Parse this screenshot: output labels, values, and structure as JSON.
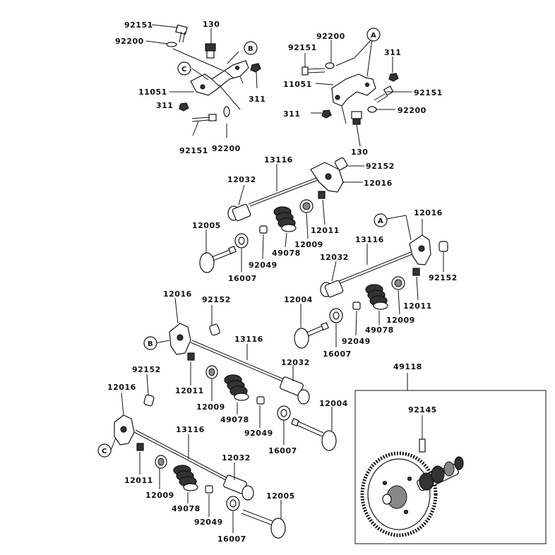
{
  "labels": {
    "tl_92151": "92151",
    "tl_92200": "92200",
    "tl_130": "130",
    "tl_11051": "11051",
    "tl_311a": "311",
    "tl_311b": "311",
    "tl_92151b": "92151",
    "tl_92200b": "92200",
    "tr_92200": "92200",
    "tr_92151": "92151",
    "tr_311a": "311",
    "tr_11051": "11051",
    "tr_92151b": "92151",
    "tr_311b": "311",
    "tr_92200b": "92200",
    "tr_130": "130",
    "a_13116": "13116",
    "a_12032": "12032",
    "a_92152": "92152",
    "a_12016": "12016",
    "a_12005": "12005",
    "a_12011": "12011",
    "a_12009": "12009",
    "a_49078": "49078",
    "a_92049": "92049",
    "a_16007": "16007",
    "b_12016": "12016",
    "b_13116": "13116",
    "b_12032": "12032",
    "b_92152": "92152",
    "b_12004": "12004",
    "b_12011": "12011",
    "b_12009": "12009",
    "b_49078": "49078",
    "b_92049": "92049",
    "b_16007": "16007",
    "c_12016": "12016",
    "c_92152": "92152",
    "c_13116": "13116",
    "c_12032": "12032",
    "c_12004": "12004",
    "c_12011": "12011",
    "c_12009": "12009",
    "c_49078": "49078",
    "c_92049": "92049",
    "c_16007": "16007",
    "d_92152": "92152",
    "d_12016": "12016",
    "d_13116": "13116",
    "d_12032": "12032",
    "d_12011": "12011",
    "d_12009": "12009",
    "d_49078": "49078",
    "d_92049": "92049",
    "d_16007": "16007",
    "d_12005": "12005",
    "cam_49118": "49118",
    "cam_92145": "92145"
  },
  "callouts": {
    "b_top": "B",
    "c_top": "C",
    "a_top": "A",
    "a_mid": "A",
    "b_mid": "B",
    "c_bot": "C"
  }
}
